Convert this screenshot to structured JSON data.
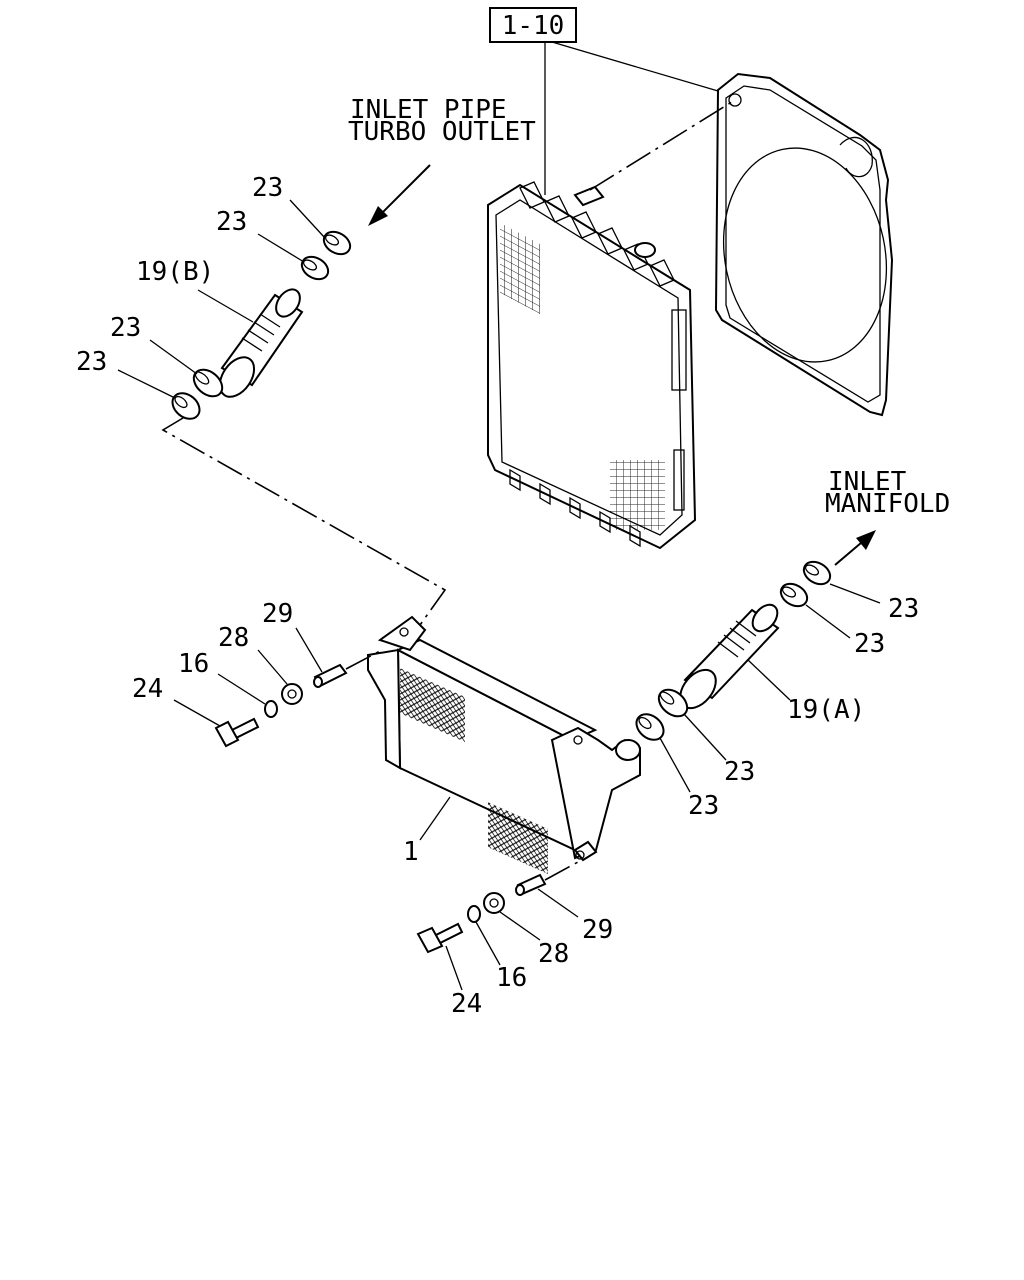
{
  "assembly_ref": "1-10",
  "directions": {
    "turbo_outlet_line1": "INLET PIPE",
    "turbo_outlet_line2": "TURBO OUTLET",
    "manifold_line1": "INLET",
    "manifold_line2": "MANIFOLD"
  },
  "callouts": {
    "intercooler": "1",
    "washer": "16",
    "hose_a": "19(A)",
    "hose_b": "19(B)",
    "clamp": "23",
    "bolt": "24",
    "nut": "28",
    "collar": "29"
  }
}
